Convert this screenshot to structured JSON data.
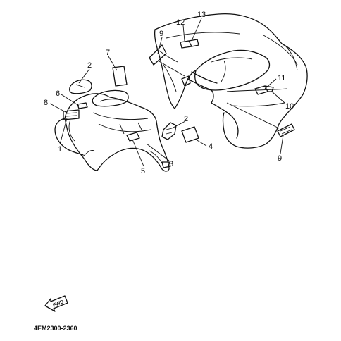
{
  "callouts": [
    "1",
    "2",
    "3",
    "4",
    "5",
    "6",
    "7",
    "8",
    "9",
    "10",
    "11",
    "12",
    "13"
  ],
  "fwd_label": "FWD",
  "drawing_code": "4EM2300-2360"
}
